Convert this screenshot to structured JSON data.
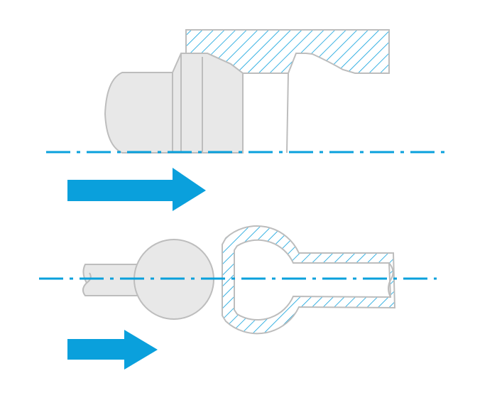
{
  "colors": {
    "accent": "#0aa0dc",
    "part_fill": "#e8e8e8",
    "part_stroke": "#bdbdbd",
    "background": "#ffffff"
  },
  "panels": [
    {
      "name": "upper-forming-panel",
      "direction": "right"
    },
    {
      "name": "lower-ball-joint-panel",
      "direction": "right"
    }
  ]
}
